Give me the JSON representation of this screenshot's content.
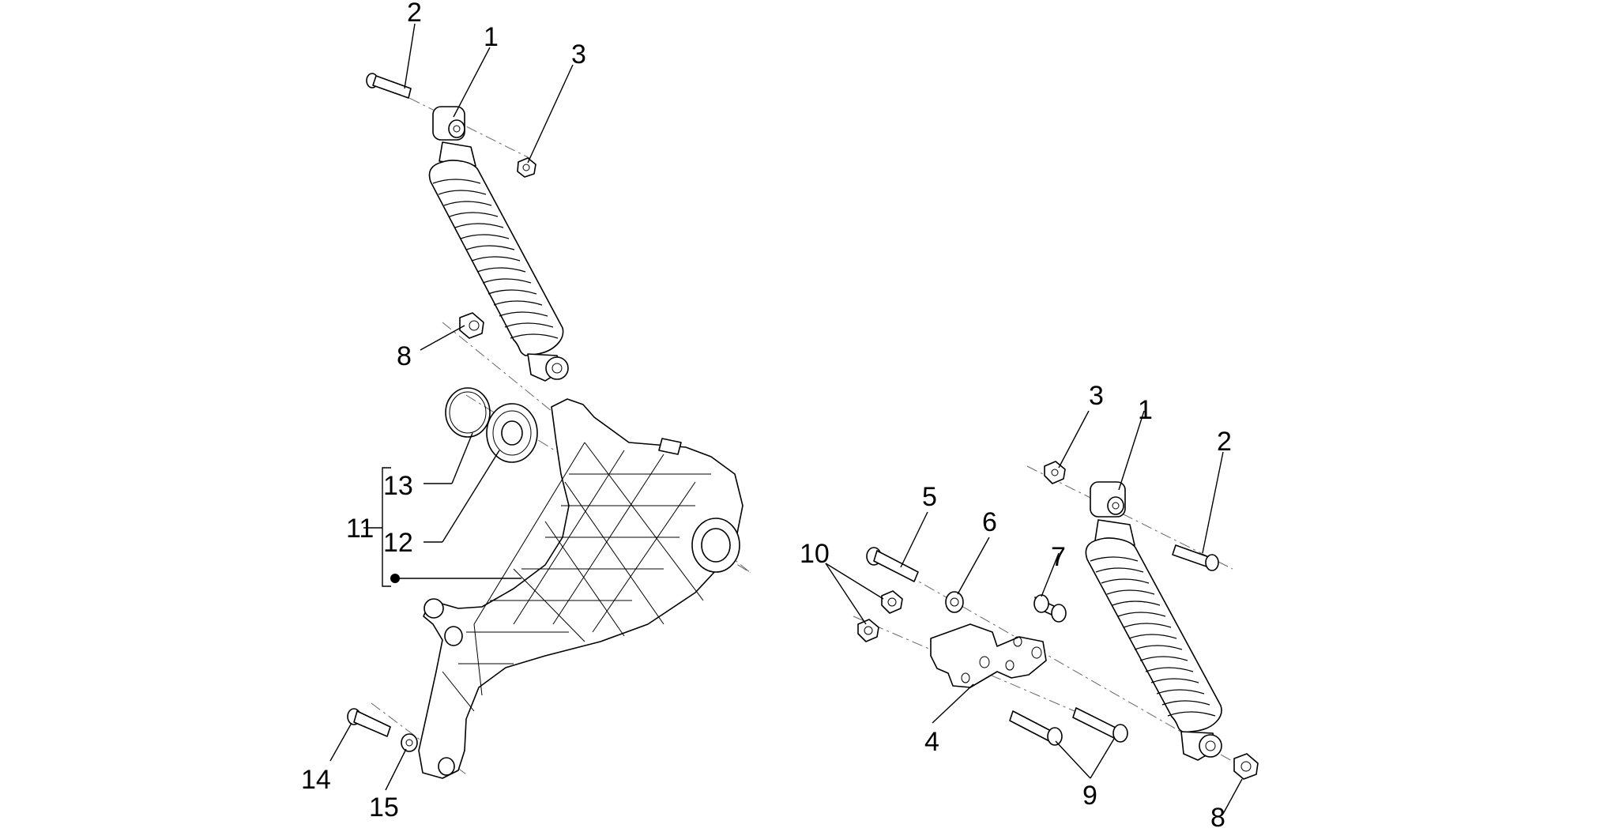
{
  "callouts": {
    "left_top_2": "2",
    "left_top_1": "1",
    "left_top_3": "3",
    "left_8": "8",
    "left_13": "13",
    "left_11": "11",
    "left_12": "12",
    "left_14": "14",
    "left_15": "15",
    "right_3": "3",
    "right_1": "1",
    "right_2": "2",
    "right_5": "5",
    "right_6": "6",
    "right_10": "10",
    "right_7": "7",
    "right_4": "4",
    "right_9": "9",
    "right_8": "8"
  }
}
